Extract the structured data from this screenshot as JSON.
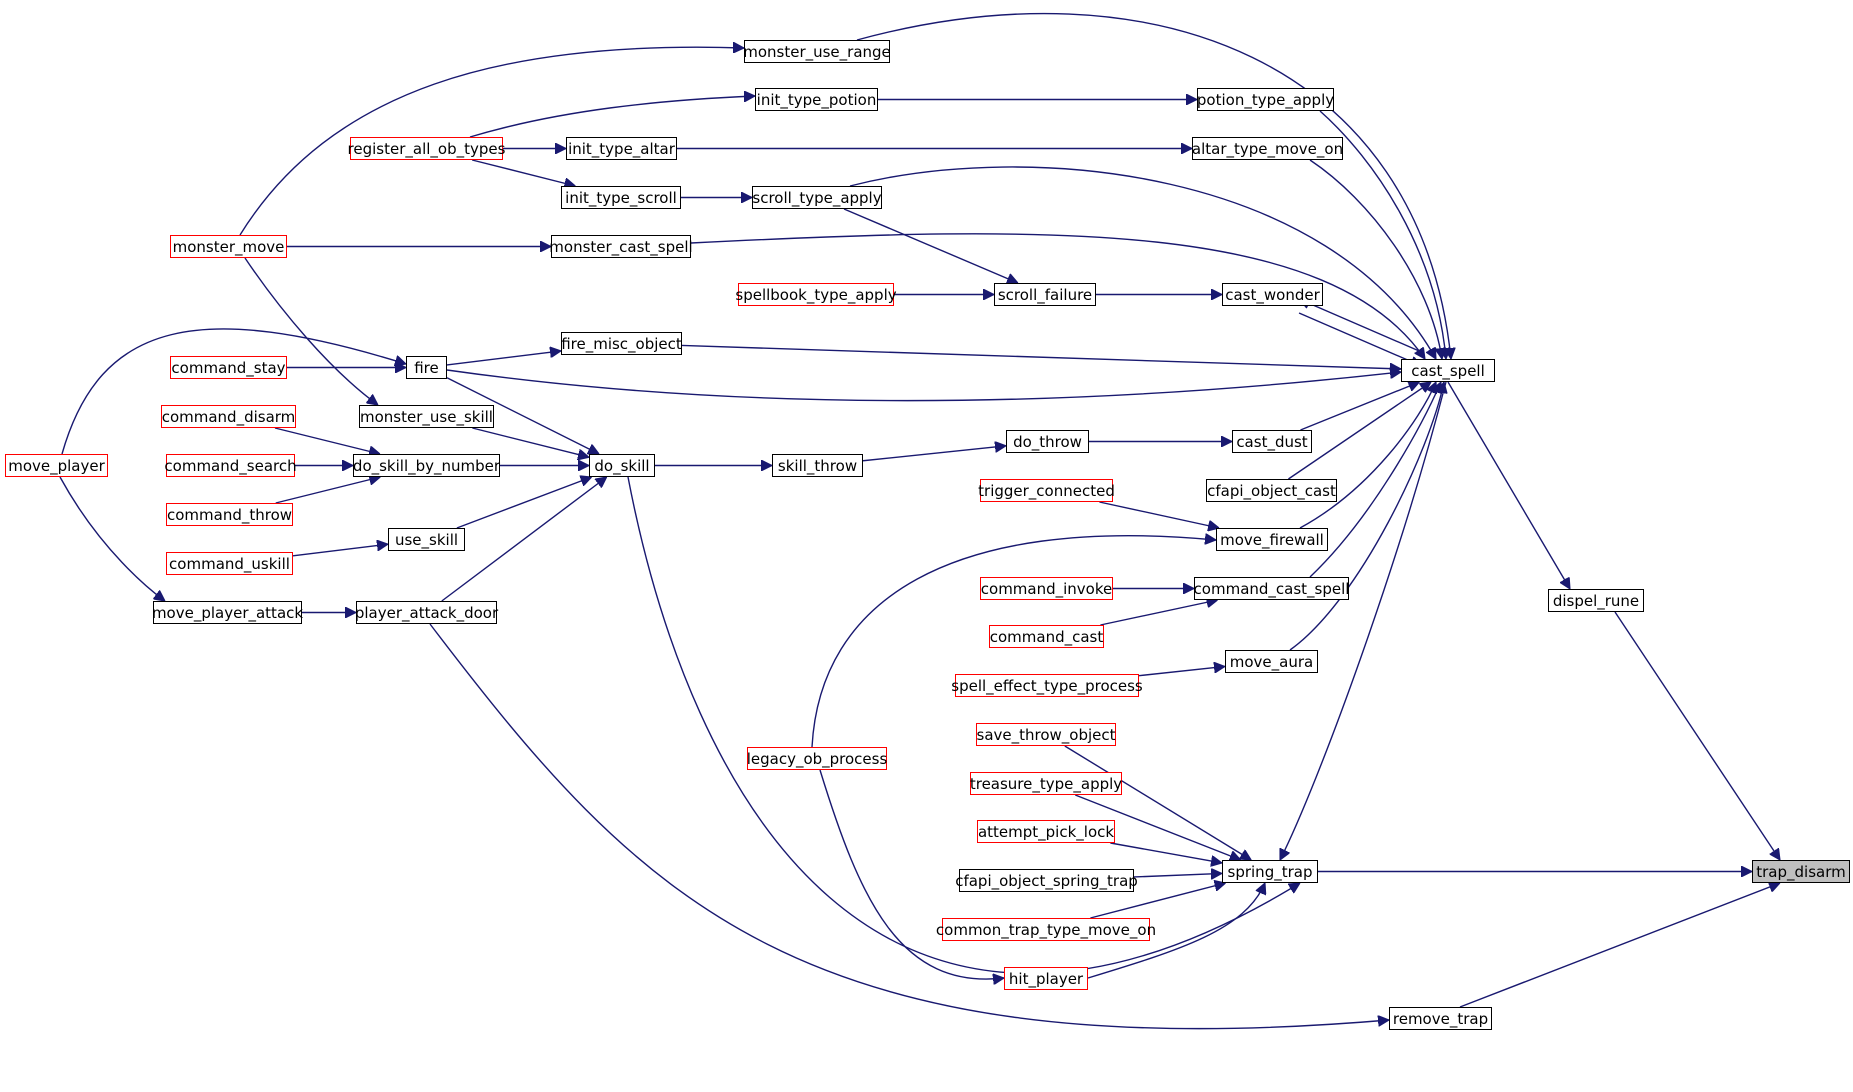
{
  "graph": {
    "colors": {
      "edge": "#191970",
      "node_border": "#000000",
      "external_border": "#ff0000",
      "current_fill": "#bfbfbf"
    },
    "nodes": [
      {
        "id": "trap_disarm",
        "label": "trap_disarm",
        "style": "current"
      },
      {
        "id": "dispel_rune",
        "label": "dispel_rune",
        "style": "normal"
      },
      {
        "id": "spring_trap",
        "label": "spring_trap",
        "style": "normal"
      },
      {
        "id": "remove_trap",
        "label": "remove_trap",
        "style": "normal"
      },
      {
        "id": "cast_spell",
        "label": "cast_spell",
        "style": "normal"
      },
      {
        "id": "monster_use_range",
        "label": "monster_use_range",
        "style": "normal"
      },
      {
        "id": "potion_type_apply",
        "label": "potion_type_apply",
        "style": "normal"
      },
      {
        "id": "init_type_potion",
        "label": "init_type_potion",
        "style": "normal"
      },
      {
        "id": "register_all_ob_types",
        "label": "register_all_ob_types",
        "style": "external"
      },
      {
        "id": "init_type_altar",
        "label": "init_type_altar",
        "style": "normal"
      },
      {
        "id": "altar_type_move_on",
        "label": "altar_type_move_on",
        "style": "normal"
      },
      {
        "id": "init_type_scroll",
        "label": "init_type_scroll",
        "style": "normal"
      },
      {
        "id": "scroll_type_apply",
        "label": "scroll_type_apply",
        "style": "normal"
      },
      {
        "id": "monster_move",
        "label": "monster_move",
        "style": "external"
      },
      {
        "id": "monster_cast_spell",
        "label": "monster_cast_spell",
        "style": "normal"
      },
      {
        "id": "spellbook_type_apply",
        "label": "spellbook_type_apply",
        "style": "external"
      },
      {
        "id": "scroll_failure",
        "label": "scroll_failure",
        "style": "normal"
      },
      {
        "id": "cast_wonder",
        "label": "cast_wonder",
        "style": "normal"
      },
      {
        "id": "fire_misc_object",
        "label": "fire_misc_object",
        "style": "normal"
      },
      {
        "id": "command_stay",
        "label": "command_stay",
        "style": "external"
      },
      {
        "id": "fire",
        "label": "fire",
        "style": "normal"
      },
      {
        "id": "monster_use_skill",
        "label": "monster_use_skill",
        "style": "normal"
      },
      {
        "id": "command_disarm",
        "label": "command_disarm",
        "style": "external"
      },
      {
        "id": "move_player",
        "label": "move_player",
        "style": "external"
      },
      {
        "id": "command_search",
        "label": "command_search",
        "style": "external"
      },
      {
        "id": "do_skill_by_number",
        "label": "do_skill_by_number",
        "style": "normal"
      },
      {
        "id": "do_skill",
        "label": "do_skill",
        "style": "normal"
      },
      {
        "id": "skill_throw",
        "label": "skill_throw",
        "style": "normal"
      },
      {
        "id": "do_throw",
        "label": "do_throw",
        "style": "normal"
      },
      {
        "id": "cast_dust",
        "label": "cast_dust",
        "style": "normal"
      },
      {
        "id": "command_throw",
        "label": "command_throw",
        "style": "external"
      },
      {
        "id": "cfapi_object_cast",
        "label": "cfapi_object_cast",
        "style": "normal"
      },
      {
        "id": "trigger_connected",
        "label": "trigger_connected",
        "style": "external"
      },
      {
        "id": "move_firewall",
        "label": "move_firewall",
        "style": "normal"
      },
      {
        "id": "use_skill",
        "label": "use_skill",
        "style": "normal"
      },
      {
        "id": "command_uskill",
        "label": "command_uskill",
        "style": "external"
      },
      {
        "id": "command_invoke",
        "label": "command_invoke",
        "style": "external"
      },
      {
        "id": "command_cast_spell",
        "label": "command_cast_spell",
        "style": "normal"
      },
      {
        "id": "move_player_attack",
        "label": "move_player_attack",
        "style": "normal"
      },
      {
        "id": "player_attack_door",
        "label": "player_attack_door",
        "style": "normal"
      },
      {
        "id": "command_cast",
        "label": "command_cast",
        "style": "external"
      },
      {
        "id": "move_aura",
        "label": "move_aura",
        "style": "normal"
      },
      {
        "id": "spell_effect_type_process",
        "label": "spell_effect_type_process",
        "style": "external"
      },
      {
        "id": "save_throw_object",
        "label": "save_throw_object",
        "style": "external"
      },
      {
        "id": "legacy_ob_process",
        "label": "legacy_ob_process",
        "style": "external"
      },
      {
        "id": "treasure_type_apply",
        "label": "treasure_type_apply",
        "style": "external"
      },
      {
        "id": "attempt_pick_lock",
        "label": "attempt_pick_lock",
        "style": "external"
      },
      {
        "id": "cfapi_object_spring_trap",
        "label": "cfapi_object_spring_trap",
        "style": "normal"
      },
      {
        "id": "common_trap_type_move_on",
        "label": "common_trap_type_move_on",
        "style": "external"
      },
      {
        "id": "hit_player",
        "label": "hit_player",
        "style": "external"
      }
    ],
    "edges": [
      {
        "from": "dispel_rune",
        "to": "trap_disarm"
      },
      {
        "from": "spring_trap",
        "to": "trap_disarm"
      },
      {
        "from": "remove_trap",
        "to": "trap_disarm"
      },
      {
        "from": "cast_spell",
        "to": "dispel_rune"
      },
      {
        "from": "cast_spell",
        "to": "spring_trap"
      },
      {
        "from": "save_throw_object",
        "to": "spring_trap"
      },
      {
        "from": "treasure_type_apply",
        "to": "spring_trap"
      },
      {
        "from": "attempt_pick_lock",
        "to": "spring_trap"
      },
      {
        "from": "cfapi_object_spring_trap",
        "to": "spring_trap"
      },
      {
        "from": "common_trap_type_move_on",
        "to": "spring_trap"
      },
      {
        "from": "hit_player",
        "to": "spring_trap"
      },
      {
        "from": "legacy_ob_process",
        "to": "hit_player"
      },
      {
        "from": "do_skill",
        "to": "spring_trap"
      },
      {
        "from": "player_attack_door",
        "to": "remove_trap"
      },
      {
        "from": "monster_use_range",
        "to": "cast_spell"
      },
      {
        "from": "potion_type_apply",
        "to": "cast_spell"
      },
      {
        "from": "altar_type_move_on",
        "to": "cast_spell"
      },
      {
        "from": "scroll_type_apply",
        "to": "cast_spell"
      },
      {
        "from": "monster_cast_spell",
        "to": "cast_spell"
      },
      {
        "from": "cast_wonder",
        "to": "cast_spell"
      },
      {
        "from": "cast_spell",
        "to": "cast_wonder"
      },
      {
        "from": "fire_misc_object",
        "to": "cast_spell"
      },
      {
        "from": "fire",
        "to": "cast_spell"
      },
      {
        "from": "cast_dust",
        "to": "cast_spell"
      },
      {
        "from": "cfapi_object_cast",
        "to": "cast_spell"
      },
      {
        "from": "move_firewall",
        "to": "cast_spell"
      },
      {
        "from": "command_cast_spell",
        "to": "cast_spell"
      },
      {
        "from": "move_aura",
        "to": "cast_spell"
      },
      {
        "from": "monster_move",
        "to": "monster_use_range"
      },
      {
        "from": "init_type_potion",
        "to": "potion_type_apply"
      },
      {
        "from": "register_all_ob_types",
        "to": "init_type_potion"
      },
      {
        "from": "register_all_ob_types",
        "to": "init_type_altar"
      },
      {
        "from": "register_all_ob_types",
        "to": "init_type_scroll"
      },
      {
        "from": "init_type_altar",
        "to": "altar_type_move_on"
      },
      {
        "from": "init_type_scroll",
        "to": "scroll_type_apply"
      },
      {
        "from": "monster_move",
        "to": "monster_cast_spell"
      },
      {
        "from": "scroll_type_apply",
        "to": "scroll_failure"
      },
      {
        "from": "spellbook_type_apply",
        "to": "scroll_failure"
      },
      {
        "from": "scroll_failure",
        "to": "cast_wonder"
      },
      {
        "from": "fire",
        "to": "fire_misc_object"
      },
      {
        "from": "command_stay",
        "to": "fire"
      },
      {
        "from": "move_player",
        "to": "fire"
      },
      {
        "from": "monster_move",
        "to": "monster_use_skill"
      },
      {
        "from": "move_player",
        "to": "move_player_attack"
      },
      {
        "from": "command_disarm",
        "to": "do_skill_by_number"
      },
      {
        "from": "command_search",
        "to": "do_skill_by_number"
      },
      {
        "from": "command_throw",
        "to": "do_skill_by_number"
      },
      {
        "from": "do_skill_by_number",
        "to": "do_skill"
      },
      {
        "from": "fire",
        "to": "do_skill"
      },
      {
        "from": "monster_use_skill",
        "to": "do_skill"
      },
      {
        "from": "use_skill",
        "to": "do_skill"
      },
      {
        "from": "player_attack_door",
        "to": "do_skill"
      },
      {
        "from": "command_uskill",
        "to": "use_skill"
      },
      {
        "from": "move_player_attack",
        "to": "player_attack_door"
      },
      {
        "from": "do_skill",
        "to": "skill_throw"
      },
      {
        "from": "skill_throw",
        "to": "do_throw"
      },
      {
        "from": "do_throw",
        "to": "cast_dust"
      },
      {
        "from": "trigger_connected",
        "to": "move_firewall"
      },
      {
        "from": "legacy_ob_process",
        "to": "move_firewall"
      },
      {
        "from": "command_invoke",
        "to": "command_cast_spell"
      },
      {
        "from": "command_cast",
        "to": "command_cast_spell"
      },
      {
        "from": "spell_effect_type_process",
        "to": "move_aura"
      }
    ]
  }
}
